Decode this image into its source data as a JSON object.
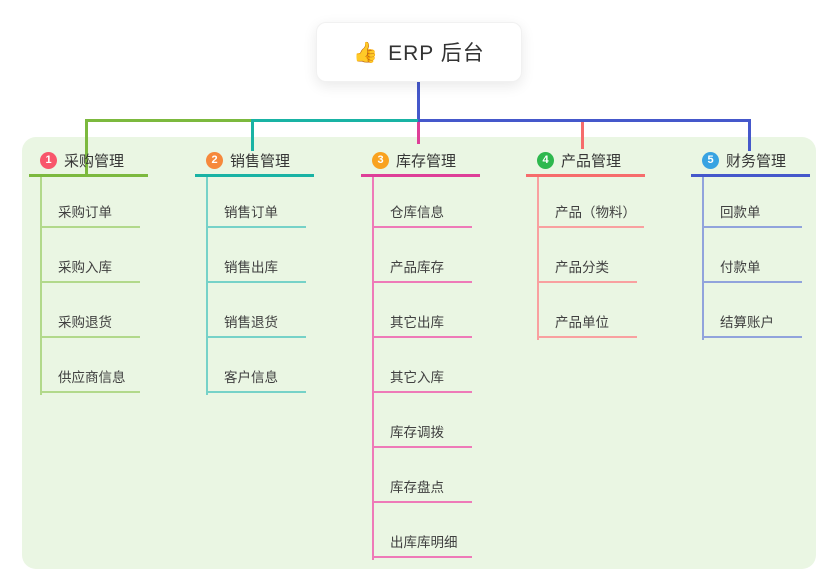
{
  "root": {
    "icon": "👍",
    "title": "ERP 后台"
  },
  "colors": {
    "panel_background": "#eaf6e3",
    "root_connector": "#4558cb",
    "branch_main": [
      "#7cb93e",
      "#19b3a4",
      "#de3f98",
      "#f66c6c",
      "#4558cb"
    ],
    "branch_child_line": [
      "#b2d98b",
      "#76d2c8",
      "#ee7ab8",
      "#f9a0a0",
      "#91a3dc"
    ],
    "badge": [
      "#f8566b",
      "#f6893c",
      "#f9a21f",
      "#2eb84e",
      "#38a3e2"
    ]
  },
  "branches": [
    {
      "number": "1",
      "label": "采购管理",
      "children": [
        "采购订单",
        "采购入库",
        "采购退货",
        "供应商信息"
      ]
    },
    {
      "number": "2",
      "label": "销售管理",
      "children": [
        "销售订单",
        "销售出库",
        "销售退货",
        "客户信息"
      ]
    },
    {
      "number": "3",
      "label": "库存管理",
      "children": [
        "仓库信息",
        "产品库存",
        "其它出库",
        "其它入库",
        "库存调拨",
        "库存盘点",
        "出库库明细"
      ]
    },
    {
      "number": "4",
      "label": "产品管理",
      "children": [
        "产品（物料）",
        "产品分类",
        "产品单位"
      ]
    },
    {
      "number": "5",
      "label": "财务管理",
      "children": [
        "回款单",
        "付款单",
        "结算账户"
      ]
    }
  ]
}
